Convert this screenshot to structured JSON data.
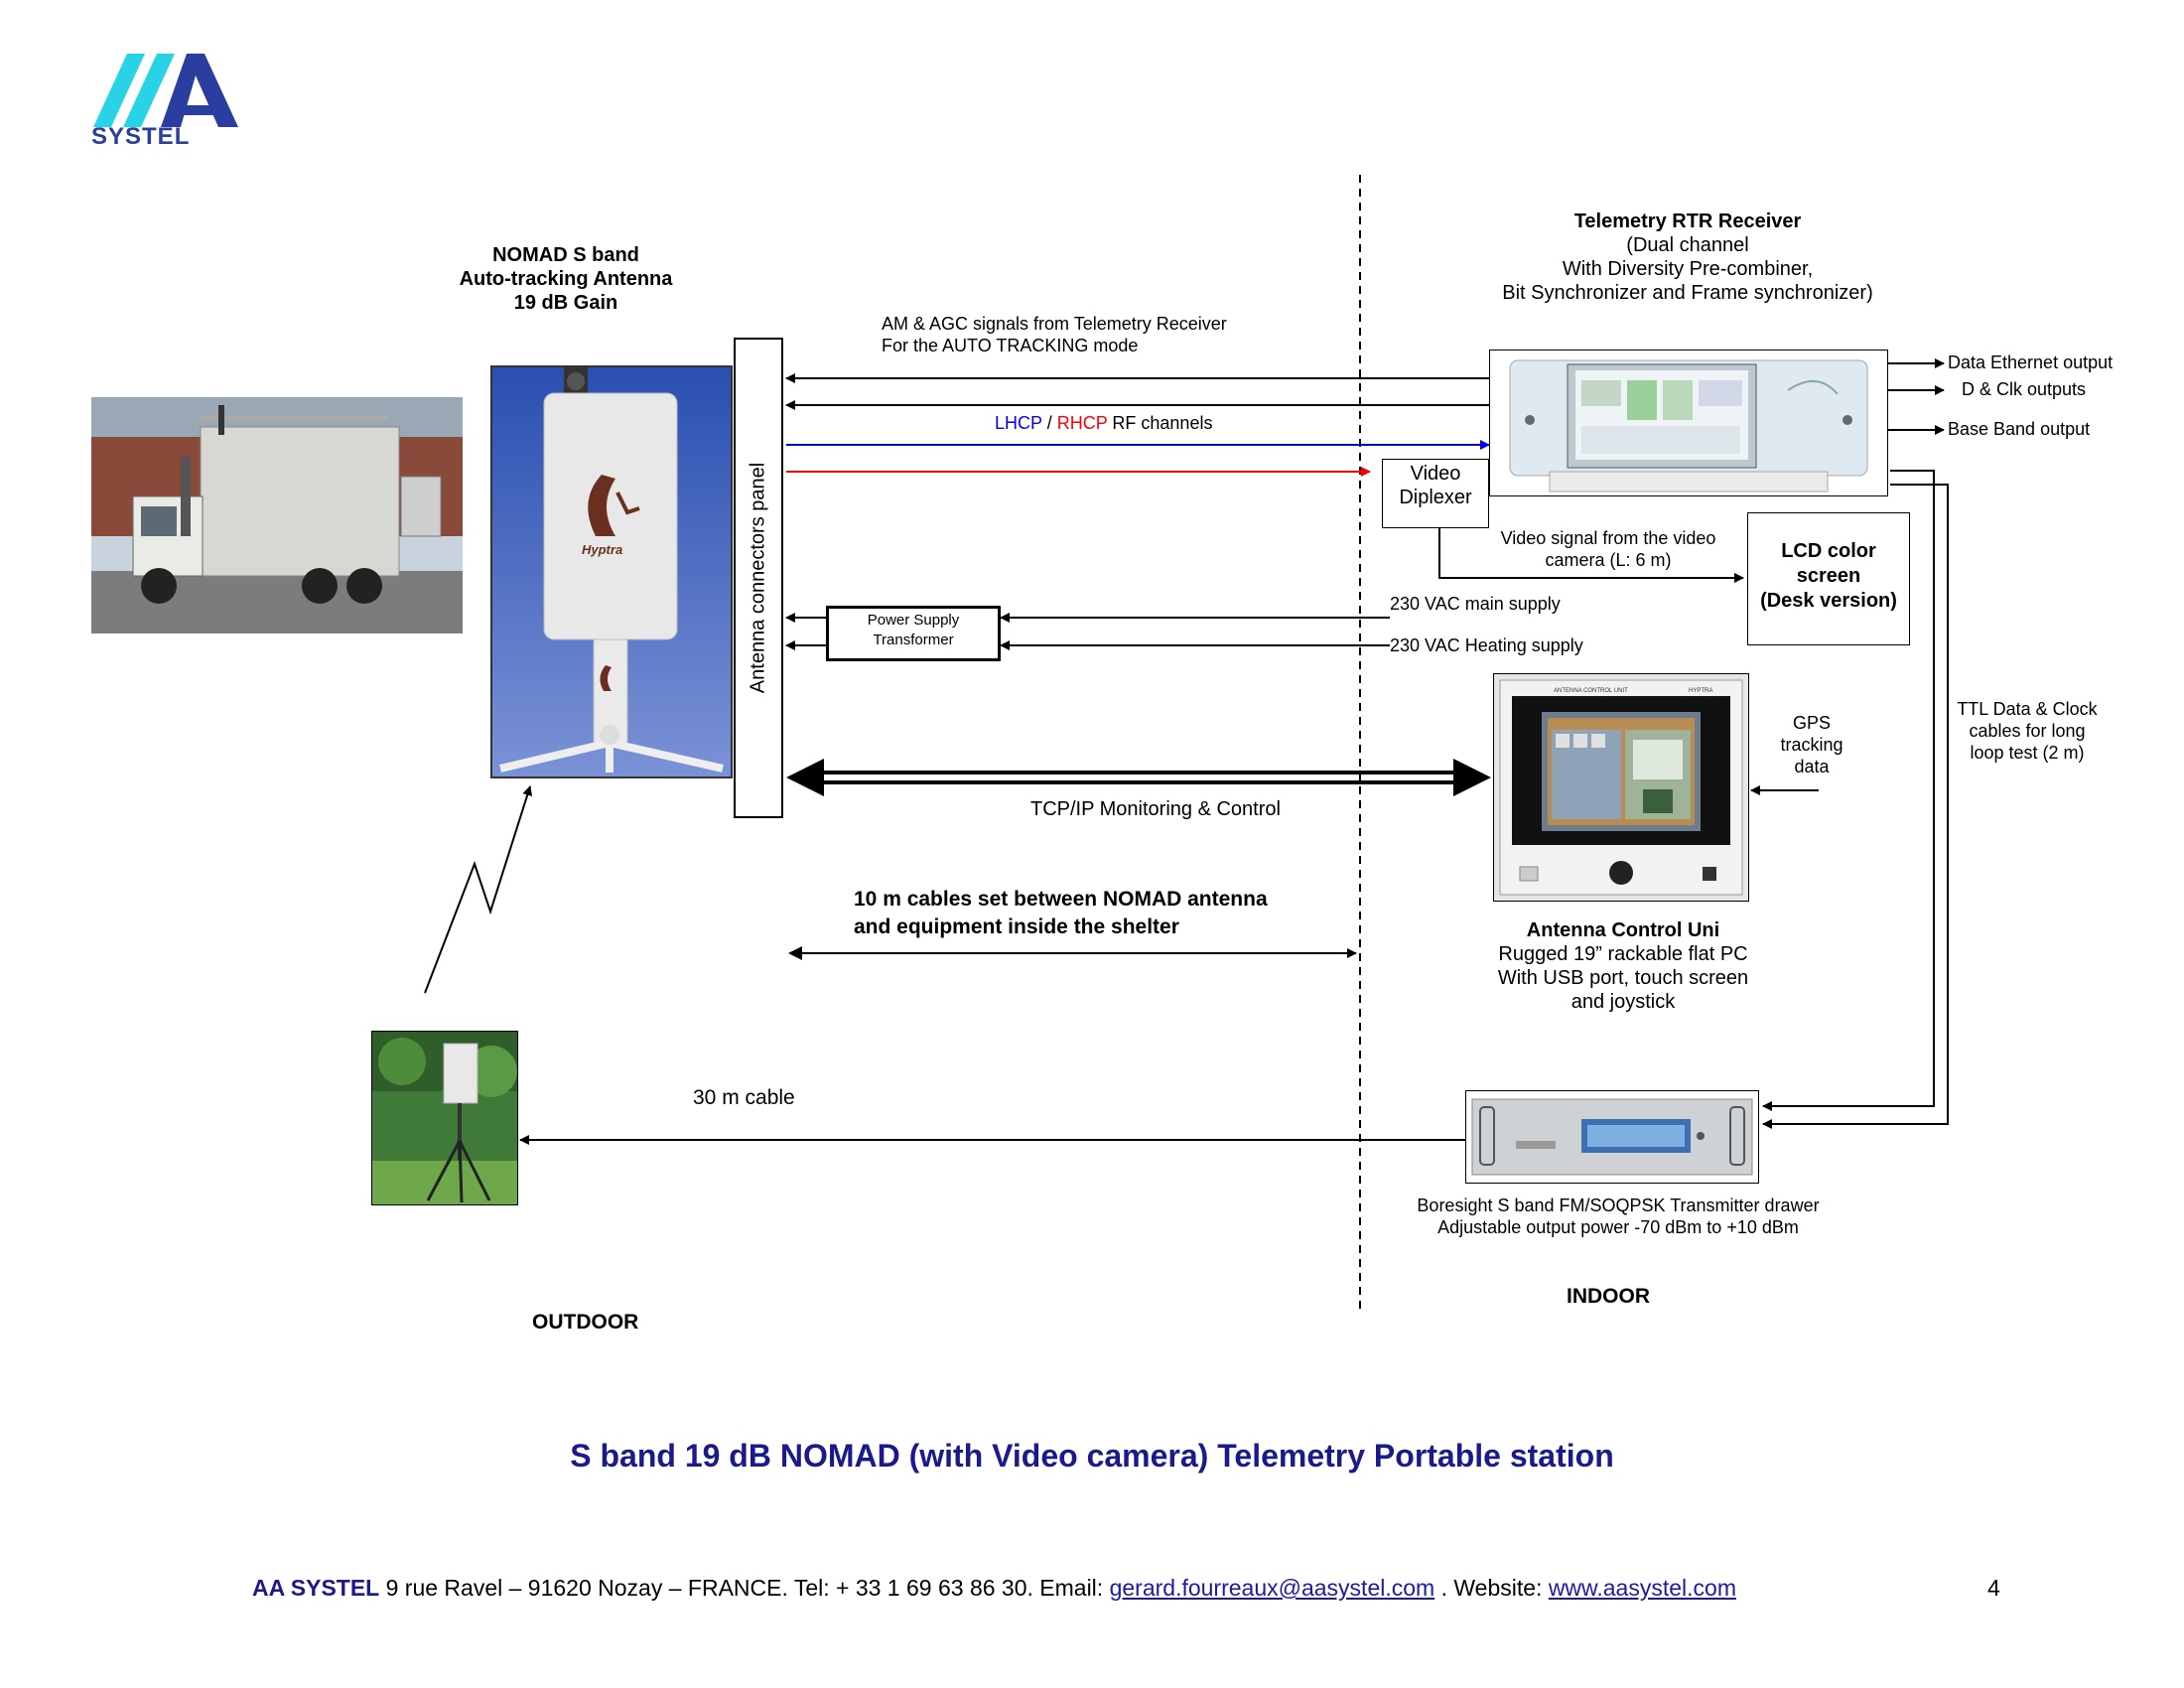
{
  "logo": {
    "text": "SYSTEL"
  },
  "antenna": {
    "title_lines": [
      "NOMAD S band",
      "Auto-tracking Antenna",
      "19 dB Gain"
    ],
    "brand": "Hyptra"
  },
  "connectors_panel": "Antenna connectors panel",
  "am_agc_lines": [
    "AM & AGC signals from Telemetry Receiver",
    "For the AUTO TRACKING mode"
  ],
  "rf_channels": {
    "lhcp": "LHCP",
    "sep": " / ",
    "rhcp": "RHCP",
    "rest": " RF channels"
  },
  "receiver": {
    "title": "Telemetry RTR Receiver",
    "lines": [
      "(Dual channel",
      "With Diversity Pre-combiner,",
      "Bit Synchronizer and Frame synchronizer)"
    ]
  },
  "outputs": [
    "Data Ethernet output",
    "D & Clk outputs",
    "Base Band output"
  ],
  "video_diplexer": [
    "Video",
    "Diplexer"
  ],
  "video_signal": [
    "Video signal from the video",
    "camera (L: 6 m)"
  ],
  "lcd": [
    "LCD color",
    "screen",
    "(Desk version)"
  ],
  "power_supply": [
    "Power Supply",
    "Transformer"
  ],
  "supply_labels": [
    "230 VAC main supply",
    "230 VAC Heating supply"
  ],
  "tcpip": "TCP/IP Monitoring & Control",
  "gps": [
    "GPS",
    "tracking",
    "data"
  ],
  "ttl": [
    "TTL Data & Clock",
    "cables for long",
    "loop test (2 m)"
  ],
  "acu_panel": {
    "header_left": "ANTENNA CONTROL UNIT",
    "header_right": "HYPTRA"
  },
  "acu": {
    "title": "Antenna Control Uni",
    "lines": [
      "Rugged 19” rackable flat PC",
      "With USB port, touch screen",
      "and joystick"
    ]
  },
  "cables_10m": [
    "10 m cables set between NOMAD antenna",
    "and equipment inside the shelter"
  ],
  "cable_30m": "30 m cable",
  "boresight": [
    "Boresight S band FM/SOQPSK Transmitter drawer",
    "Adjustable output power -70 dBm to +10 dBm"
  ],
  "outdoor": "OUTDOOR",
  "indoor": "INDOOR",
  "caption": "S band 19 dB NOMAD (with Video camera) Telemetry Portable station",
  "footer": {
    "company": "AA SYSTEL",
    "address": " 9 rue Ravel – 91620 Nozay – FRANCE.  Tel: + 33 1 69 63 86 30. Email: ",
    "email": "gerard.fourreaux@aasystel.com",
    "website_label": " .  Website: ",
    "website": "www.aasystel.com",
    "page": "4"
  },
  "colors": {
    "navy": "#1a1a8c",
    "logo_cyan": "#29d3e6",
    "logo_blue": "#2a3ea0",
    "rf_blue": "#0000ff",
    "rf_red": "#ff0000"
  }
}
